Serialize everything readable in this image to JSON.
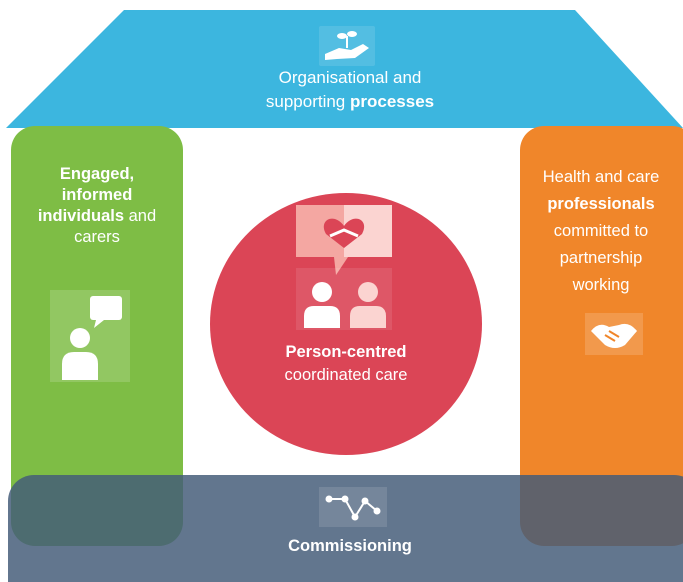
{
  "roof": {
    "line1": "Organisational and",
    "line2_plain": "supporting ",
    "line2_bold": "processes",
    "icon": "hand-plant-icon",
    "color": "#3cb6df"
  },
  "left_pillar": {
    "line1_bold": "Engaged,",
    "line2_bold": "informed",
    "line3_bold": "individuals",
    "line3_plain": " and",
    "line4": "carers",
    "icon": "person-speech-icon",
    "color": "#7ebd45"
  },
  "right_pillar": {
    "line1": "Health and care",
    "line2_bold": "professionals",
    "line3": "committed to",
    "line4": "partnership",
    "line5": "working",
    "icon": "handshake-icon",
    "color": "#f0862a"
  },
  "center": {
    "bold": "Person-centred",
    "plain": "coordinated care",
    "icon": "people-handshake-heart-icon",
    "color": "#db4556"
  },
  "base": {
    "label": "Commissioning",
    "icon": "network-icon",
    "color": "#445c78"
  }
}
